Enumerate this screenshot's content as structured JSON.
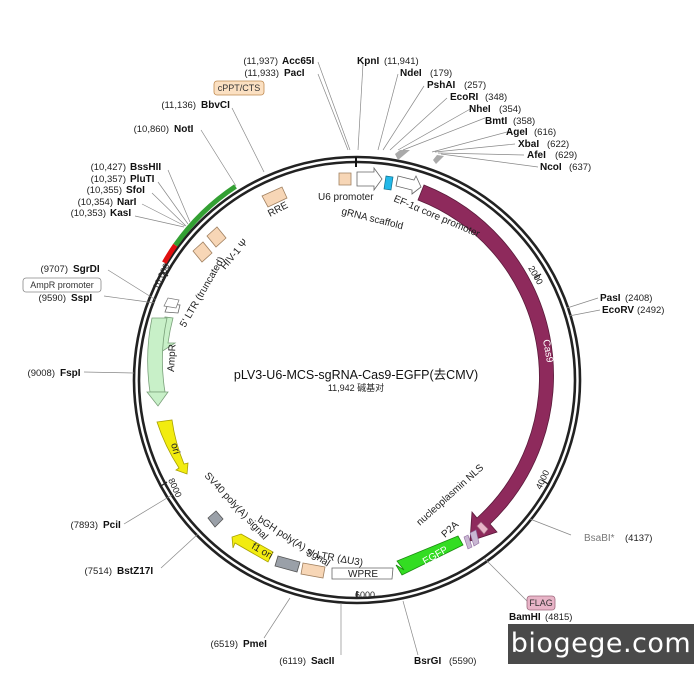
{
  "title": "pLV3-U6-MCS-sgRNA-Cas9-EGFP(去CMV)",
  "subtitle": "11,942 碱基对",
  "watermark": "biogege.com",
  "sites": {
    "acc65i": {
      "name": "Acc65I",
      "pos": "(11,937)"
    },
    "paci": {
      "name": "PacI",
      "pos": "(11,933)"
    },
    "kpni": {
      "name": "KpnI",
      "pos": "(11,941)"
    },
    "ndei": {
      "name": "NdeI",
      "pos": "(179)"
    },
    "pshai": {
      "name": "PshAI",
      "pos": "(257)"
    },
    "ecori": {
      "name": "EcoRI",
      "pos": "(348)"
    },
    "nhei": {
      "name": "NheI",
      "pos": "(354)"
    },
    "bmti": {
      "name": "BmtI",
      "pos": "(358)"
    },
    "agei": {
      "name": "AgeI",
      "pos": "(616)"
    },
    "xbai": {
      "name": "XbaI",
      "pos": "(622)"
    },
    "afei": {
      "name": "AfeI",
      "pos": "(629)"
    },
    "ncoi": {
      "name": "NcoI",
      "pos": "(637)"
    },
    "bbvci": {
      "name": "BbvCI",
      "pos": "(11,136)"
    },
    "noti": {
      "name": "NotI",
      "pos": "(10,860)"
    },
    "bsshii": {
      "name": "BssHII",
      "pos": "(10,427)"
    },
    "pluti": {
      "name": "PluTI",
      "pos": "(10,357)"
    },
    "sfoi": {
      "name": "SfoI",
      "pos": "(10,355)"
    },
    "nari": {
      "name": "NarI",
      "pos": "(10,354)"
    },
    "kasi": {
      "name": "KasI",
      "pos": "(10,353)"
    },
    "sgrdi": {
      "name": "SgrDI",
      "pos": "(9707)"
    },
    "sspi": {
      "name": "SspI",
      "pos": "(9590)"
    },
    "pasi": {
      "name": "PasI",
      "pos": "(2408)"
    },
    "ecorv": {
      "name": "EcoRV",
      "pos": "(2492)"
    },
    "fspi": {
      "name": "FspI",
      "pos": "(9008)"
    },
    "bsabi": {
      "name": "BsaBI*",
      "pos": "(4137)"
    },
    "pcii": {
      "name": "PciI",
      "pos": "(7893)"
    },
    "bamhi": {
      "name": "BamHI",
      "pos": "(4815)"
    },
    "bstz17i": {
      "name": "BstZ17I",
      "pos": "(7514)"
    },
    "pmei": {
      "name": "PmeI",
      "pos": "(6519)"
    },
    "sacii": {
      "name": "SacII",
      "pos": "(6119)"
    },
    "bsrgi": {
      "name": "BsrGI",
      "pos": "(5590)"
    }
  },
  "badges": {
    "cppt": "cPPT/CTS",
    "ampr_promoter": "AmpR promoter",
    "flag": "FLAG"
  },
  "features": {
    "u6": "U6 promoter",
    "grna": "gRNA scaffold",
    "ef1a": "EF-1α core promoter",
    "cas9": "Cas9",
    "rre": "RRE",
    "hiv": "HIV-1 Ψ",
    "ltr5": "5' LTR (truncated)",
    "ampr": "AmpR",
    "ori": "ori",
    "sv40": "SV40 poly(A) signal",
    "f1ori": "f1 ori",
    "bgh": "bGH poly(A) signal",
    "ltr3": "3' LTR (ΔU3)",
    "wpre": "WPRE",
    "egfp": "EGFP",
    "p2a": "P2A",
    "nls": "nucleoplasmin NLS"
  },
  "ticks": {
    "t2000": "2000",
    "t4000": "4000",
    "t6000": "6000",
    "t8000": "8000",
    "t10000": "10,000"
  },
  "colors": {
    "cas9": "#8e2a5c",
    "egfp": "#33dd22",
    "ampr": "#c8f0c8",
    "ori": "#f2ec10",
    "f1ori": "#f2ec10",
    "ltr": "#f7d6b6",
    "promoter": "#ffffff",
    "grna": "#22b8e8",
    "segment_green": "#33a033",
    "segment_red": "#e01010"
  }
}
